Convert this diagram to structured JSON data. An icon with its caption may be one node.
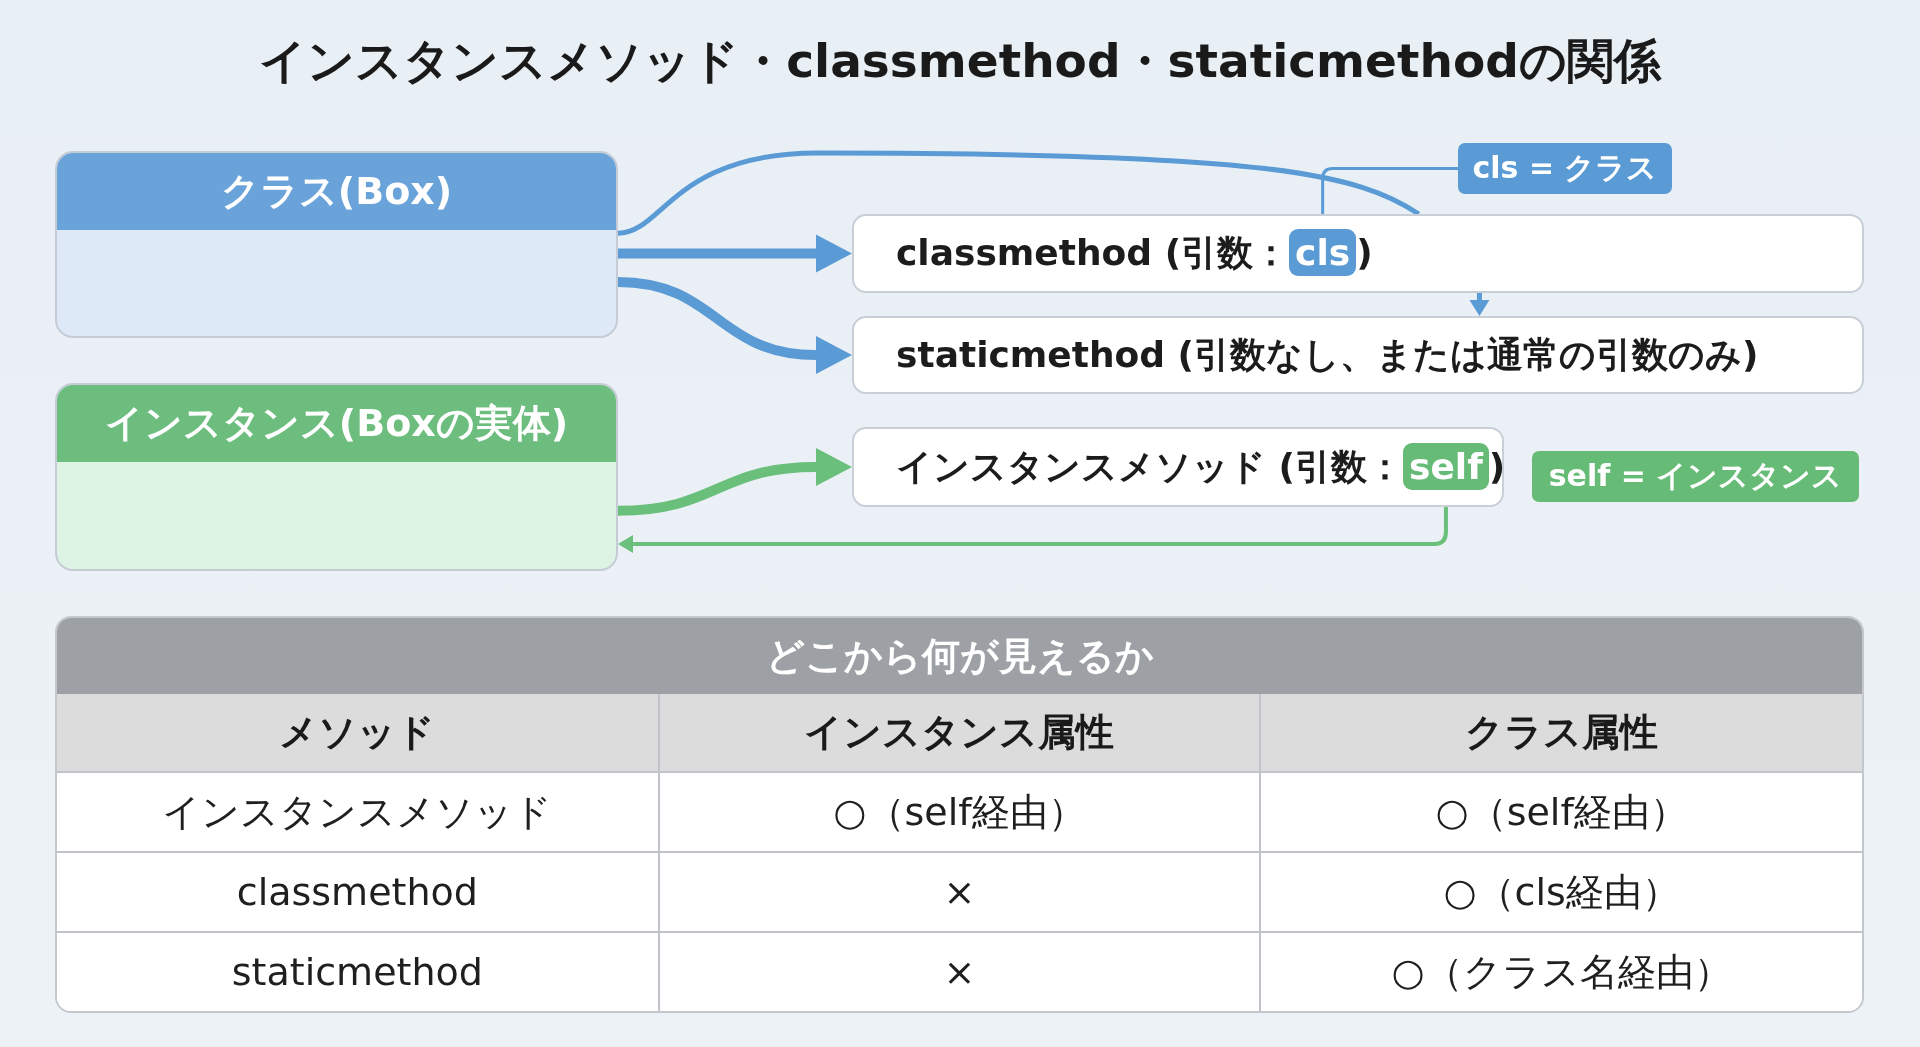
{
  "diagram": {
    "title": "インスタンスメソッド・classmethod・staticmethodの関係",
    "nodes": [
      {
        "text": [
          "クラス(Box)"
        ]
      },
      {
        "text": [
          "cls = クラス"
        ]
      },
      {
        "text": [
          "classmethod (引数：**cls**)"
        ]
      },
      {
        "text": [
          "staticmethod (引数なし、または通常の引数のみ)"
        ]
      },
      {
        "text": [
          "インスタンス(Boxの実体)"
        ]
      },
      {
        "text": [
          "インスタンスメソッド (引数：**self**)"
        ]
      },
      {
        "text": [
          "self = インスタンス"
        ]
      }
    ],
    "edges": [
      {
        "from": 0,
        "to": 2,
        "arrow": "to",
        "style": "thick"
      },
      {
        "from": 0,
        "to": 3,
        "arrow": "to",
        "style": "thick"
      },
      {
        "from": 0,
        "to": 2,
        "arrow": "none"
      },
      {
        "from": 2,
        "to": 3,
        "arrow": "to"
      },
      {
        "from": 4,
        "to": 5,
        "arrow": "to",
        "style": "thick",
        "color": "#6abf7a"
      },
      {
        "from": 5,
        "to": 4,
        "arrow": "to",
        "color": "#6abf7a"
      },
      {
        "from": 1,
        "to": 2,
        "arrow": "none"
      }
    ],
    "labels": [
      "どこから何が見えるか",
      "メソッド",
      "インスタンス属性",
      "クラス属性",
      "インスタンスメソッド",
      "○（self経由）",
      "○（self経由）",
      "classmethod",
      "×",
      "○（cls経由）",
      "staticmethod",
      "×",
      "○（クラス名経由）"
    ]
  }
}
